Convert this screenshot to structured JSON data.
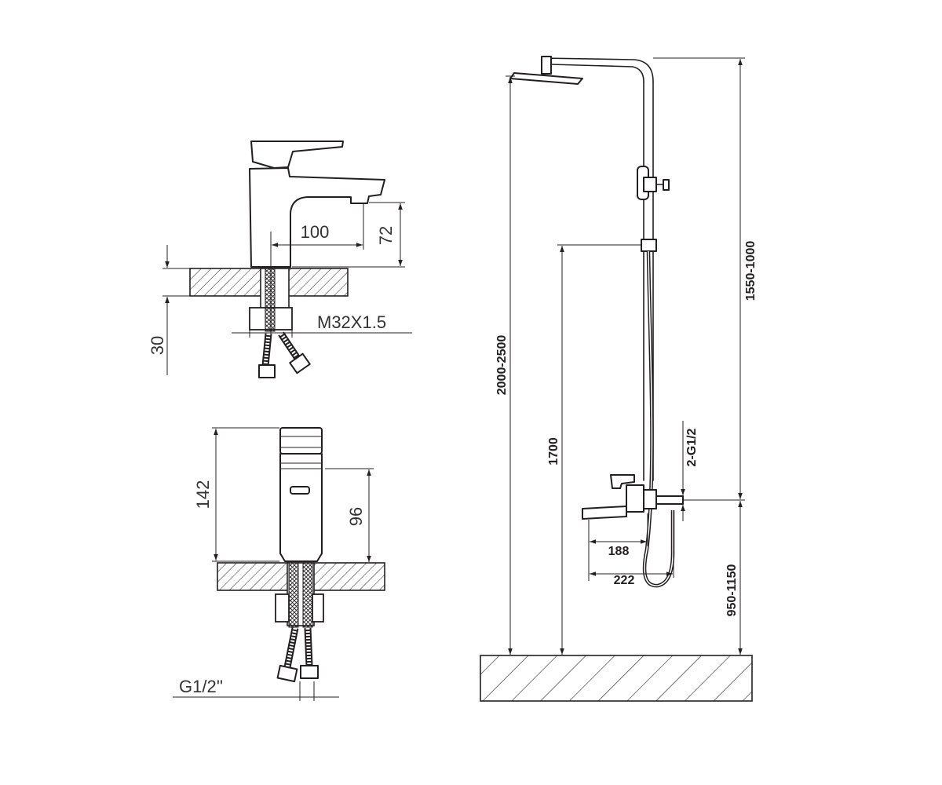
{
  "basin_faucet_side": {
    "spout_reach": "100",
    "spout_height": "72",
    "counter_thickness": "30",
    "thread": "M32X1.5"
  },
  "basin_faucet_front": {
    "total_height": "142",
    "spout_height": "96",
    "inlet": "G1/2''"
  },
  "shower_system": {
    "total_height": "2000-2500",
    "holder_height": "1700",
    "column_height": "1550-1000",
    "inlet": "2-G1/2",
    "spout_reach_short": "188",
    "spout_reach_long": "222",
    "mixer_height": "950-1150"
  },
  "colors": {
    "line": "#231f20",
    "background": "#ffffff"
  }
}
